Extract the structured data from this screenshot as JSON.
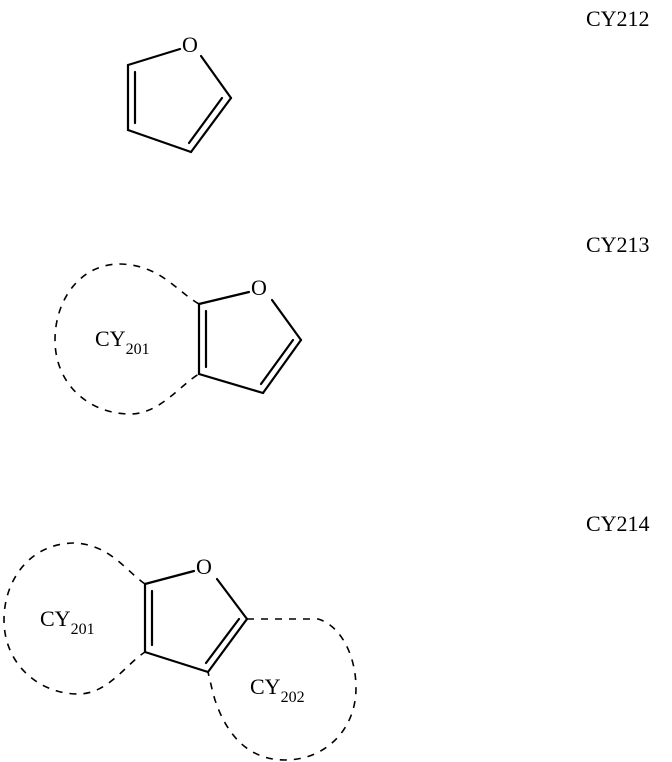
{
  "structures": [
    {
      "id": "CY212",
      "label": "CY212",
      "heteroatom": "O",
      "fused_rings": []
    },
    {
      "id": "CY213",
      "label": "CY213",
      "heteroatom": "O",
      "fused_rings": [
        {
          "label_main": "CY",
          "label_sub": "201"
        }
      ]
    },
    {
      "id": "CY214",
      "label": "CY214",
      "heteroatom": "O",
      "fused_rings": [
        {
          "label_main": "CY",
          "label_sub": "201"
        },
        {
          "label_main": "CY",
          "label_sub": "202"
        }
      ]
    }
  ]
}
